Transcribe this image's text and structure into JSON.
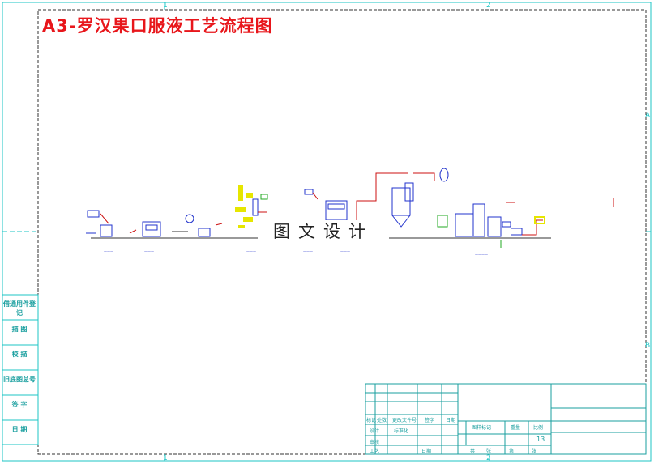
{
  "drawing": {
    "title": "A3-罗汉果口服液工艺流程图",
    "watermark": "图文设计"
  },
  "ruler": {
    "top": [
      "1",
      "2"
    ],
    "bottom": [
      "1",
      "2"
    ],
    "right": [
      "A",
      "B"
    ]
  },
  "side_panel": {
    "cells": [
      "借通用件登记",
      "描 图",
      "校 描",
      "旧底图总号",
      "签 字",
      "日 期"
    ]
  },
  "title_block": {
    "row1": [
      "标记",
      "处数",
      "更改文件号",
      "签字",
      "日期"
    ],
    "row2": [
      "设计",
      "标准化"
    ],
    "row3": [
      "审核"
    ],
    "row4": [
      "工艺",
      "日期"
    ],
    "stage_label": "图样标记",
    "weight_label": "重量",
    "scale_label": "比例",
    "scale_value": "13",
    "sheet_label_1": "共",
    "sheet_label_2": "张",
    "sheet_label_3": "第",
    "sheet_label_4": "张"
  },
  "colors": {
    "frame": "#1ec6c6",
    "border": "#333333",
    "title": "#e8161b",
    "equipment": "#2233cc",
    "pipe": "#cc1111",
    "highlight": "#e6e600",
    "green": "#22aa22"
  }
}
